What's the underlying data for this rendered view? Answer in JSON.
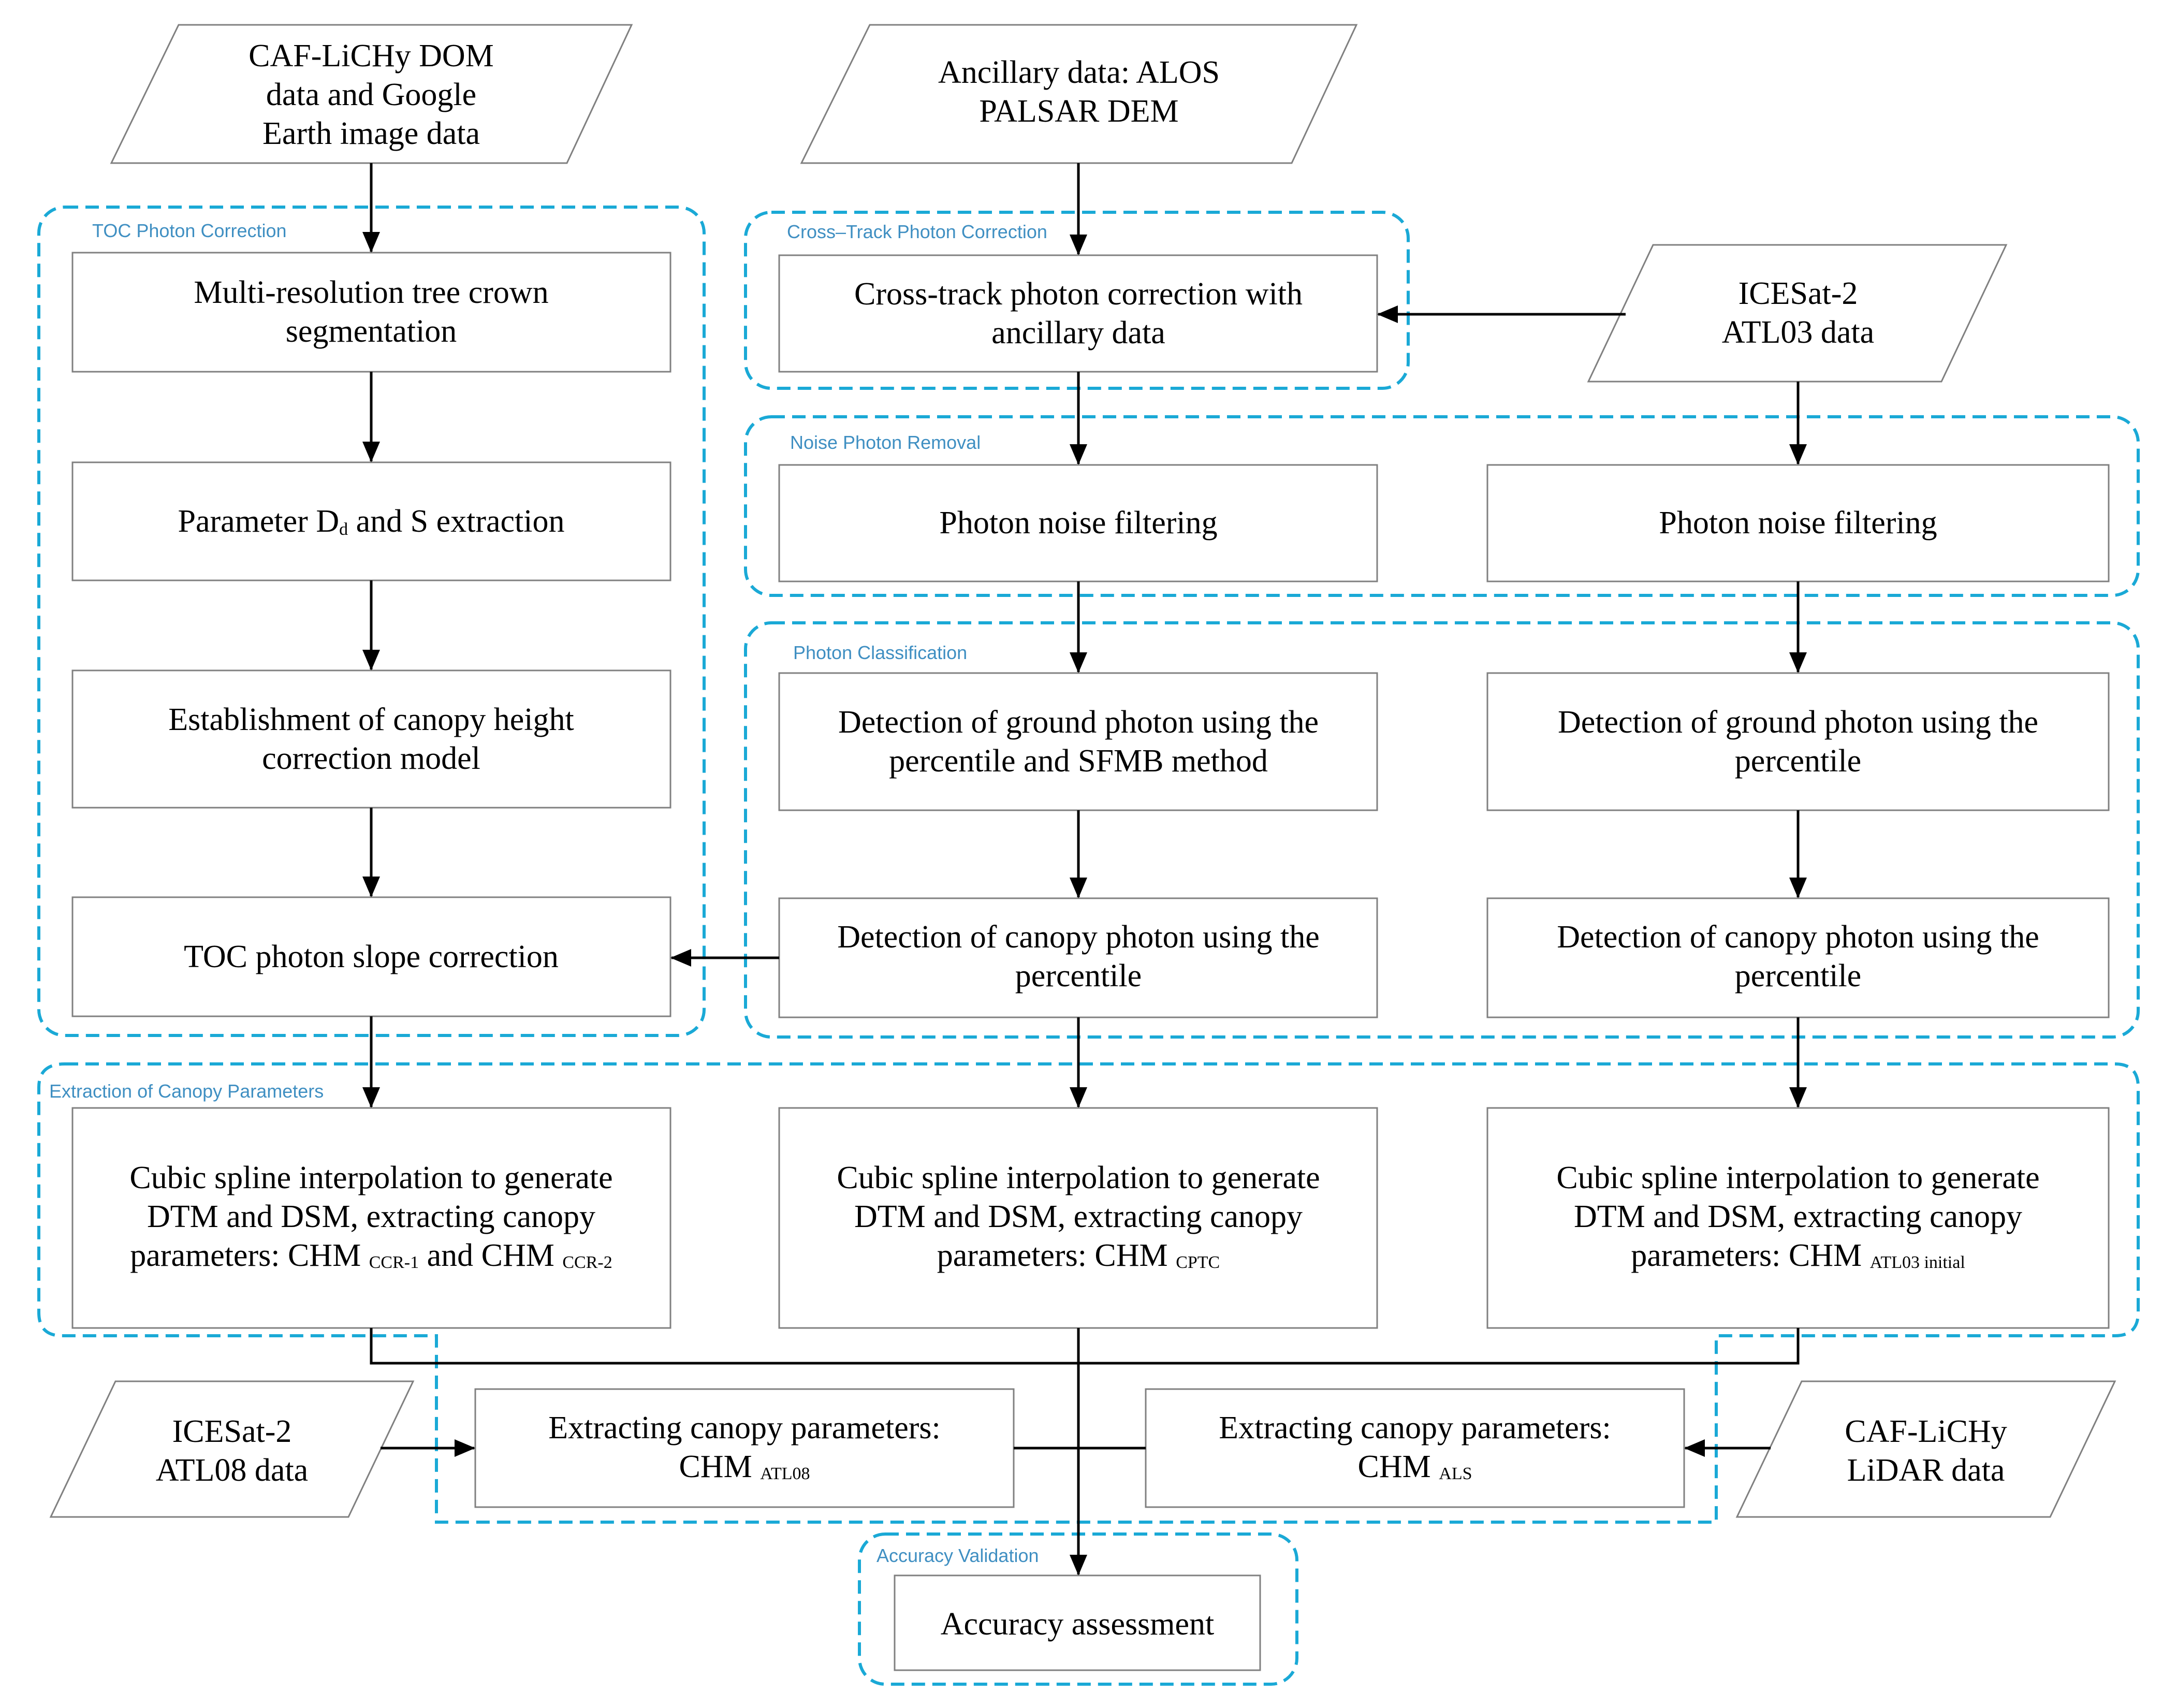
{
  "inputs": {
    "caf_dom": [
      "CAF-LiCHy DOM",
      "data and Google",
      "Earth image data"
    ],
    "ancillary": [
      "Ancillary data: ALOS",
      "PALSAR DEM"
    ],
    "atl03": [
      "ICESat-2",
      "ATL03 data"
    ],
    "atl08": [
      "ICESat-2",
      "ATL08 data"
    ],
    "lidar": [
      "CAF-LiCHy",
      "LiDAR data"
    ]
  },
  "groups": {
    "toc": "TOC Photon Correction",
    "cross_track": "Cross–Track Photon Correction",
    "noise": "Noise Photon Removal",
    "classification": "Photon Classification",
    "extraction": "Extraction of Canopy Parameters",
    "accuracy": "Accuracy Validation"
  },
  "toc_boxes": {
    "segmentation": [
      "Multi-resolution tree crown",
      "segmentation"
    ],
    "param": {
      "a": "Parameter D",
      "sub": "d",
      "b": " and S  extraction"
    },
    "model": [
      "Establishment of canopy height",
      "correction model"
    ],
    "slope": "TOC photon slope correction"
  },
  "cross_track_box": [
    "Cross-track photon correction with",
    "ancillary data"
  ],
  "noise_boxes": {
    "left": "Photon noise filtering",
    "right": "Photon noise filtering"
  },
  "classification_boxes": {
    "ground_left": [
      "Detection of ground photon using the",
      "percentile and SFMB method"
    ],
    "ground_right": [
      "Detection of ground photon using the",
      "percentile"
    ],
    "canopy_left": [
      "Detection of canopy photon using the",
      "percentile"
    ],
    "canopy_right": [
      "Detection of canopy photon using the",
      "percentile"
    ]
  },
  "extraction_boxes": {
    "common_line1": "Cubic spline interpolation to generate",
    "common_line2": "DTM and DSM, extracting canopy",
    "left": {
      "a": "parameters: CHM ",
      "sub1": "CCR-1",
      "b": " and CHM ",
      "sub2": "CCR-2"
    },
    "mid": {
      "a": "parameters: CHM ",
      "sub": "CPTC"
    },
    "right": {
      "a": "parameters: CHM ",
      "sub": "ATL03 initial"
    }
  },
  "bottom_boxes": {
    "atl08": {
      "line1": "Extracting canopy parameters:",
      "a": "CHM ",
      "sub": "ATL08"
    },
    "als": {
      "line1": "Extracting canopy parameters:",
      "a": "CHM ",
      "sub": "ALS"
    }
  },
  "accuracy_box": "Accuracy assessment",
  "colors": {
    "group_dash": "#1aa9d6",
    "group_label": "#3f8fc2",
    "box_stroke": "#808080",
    "arrow": "#000000"
  }
}
